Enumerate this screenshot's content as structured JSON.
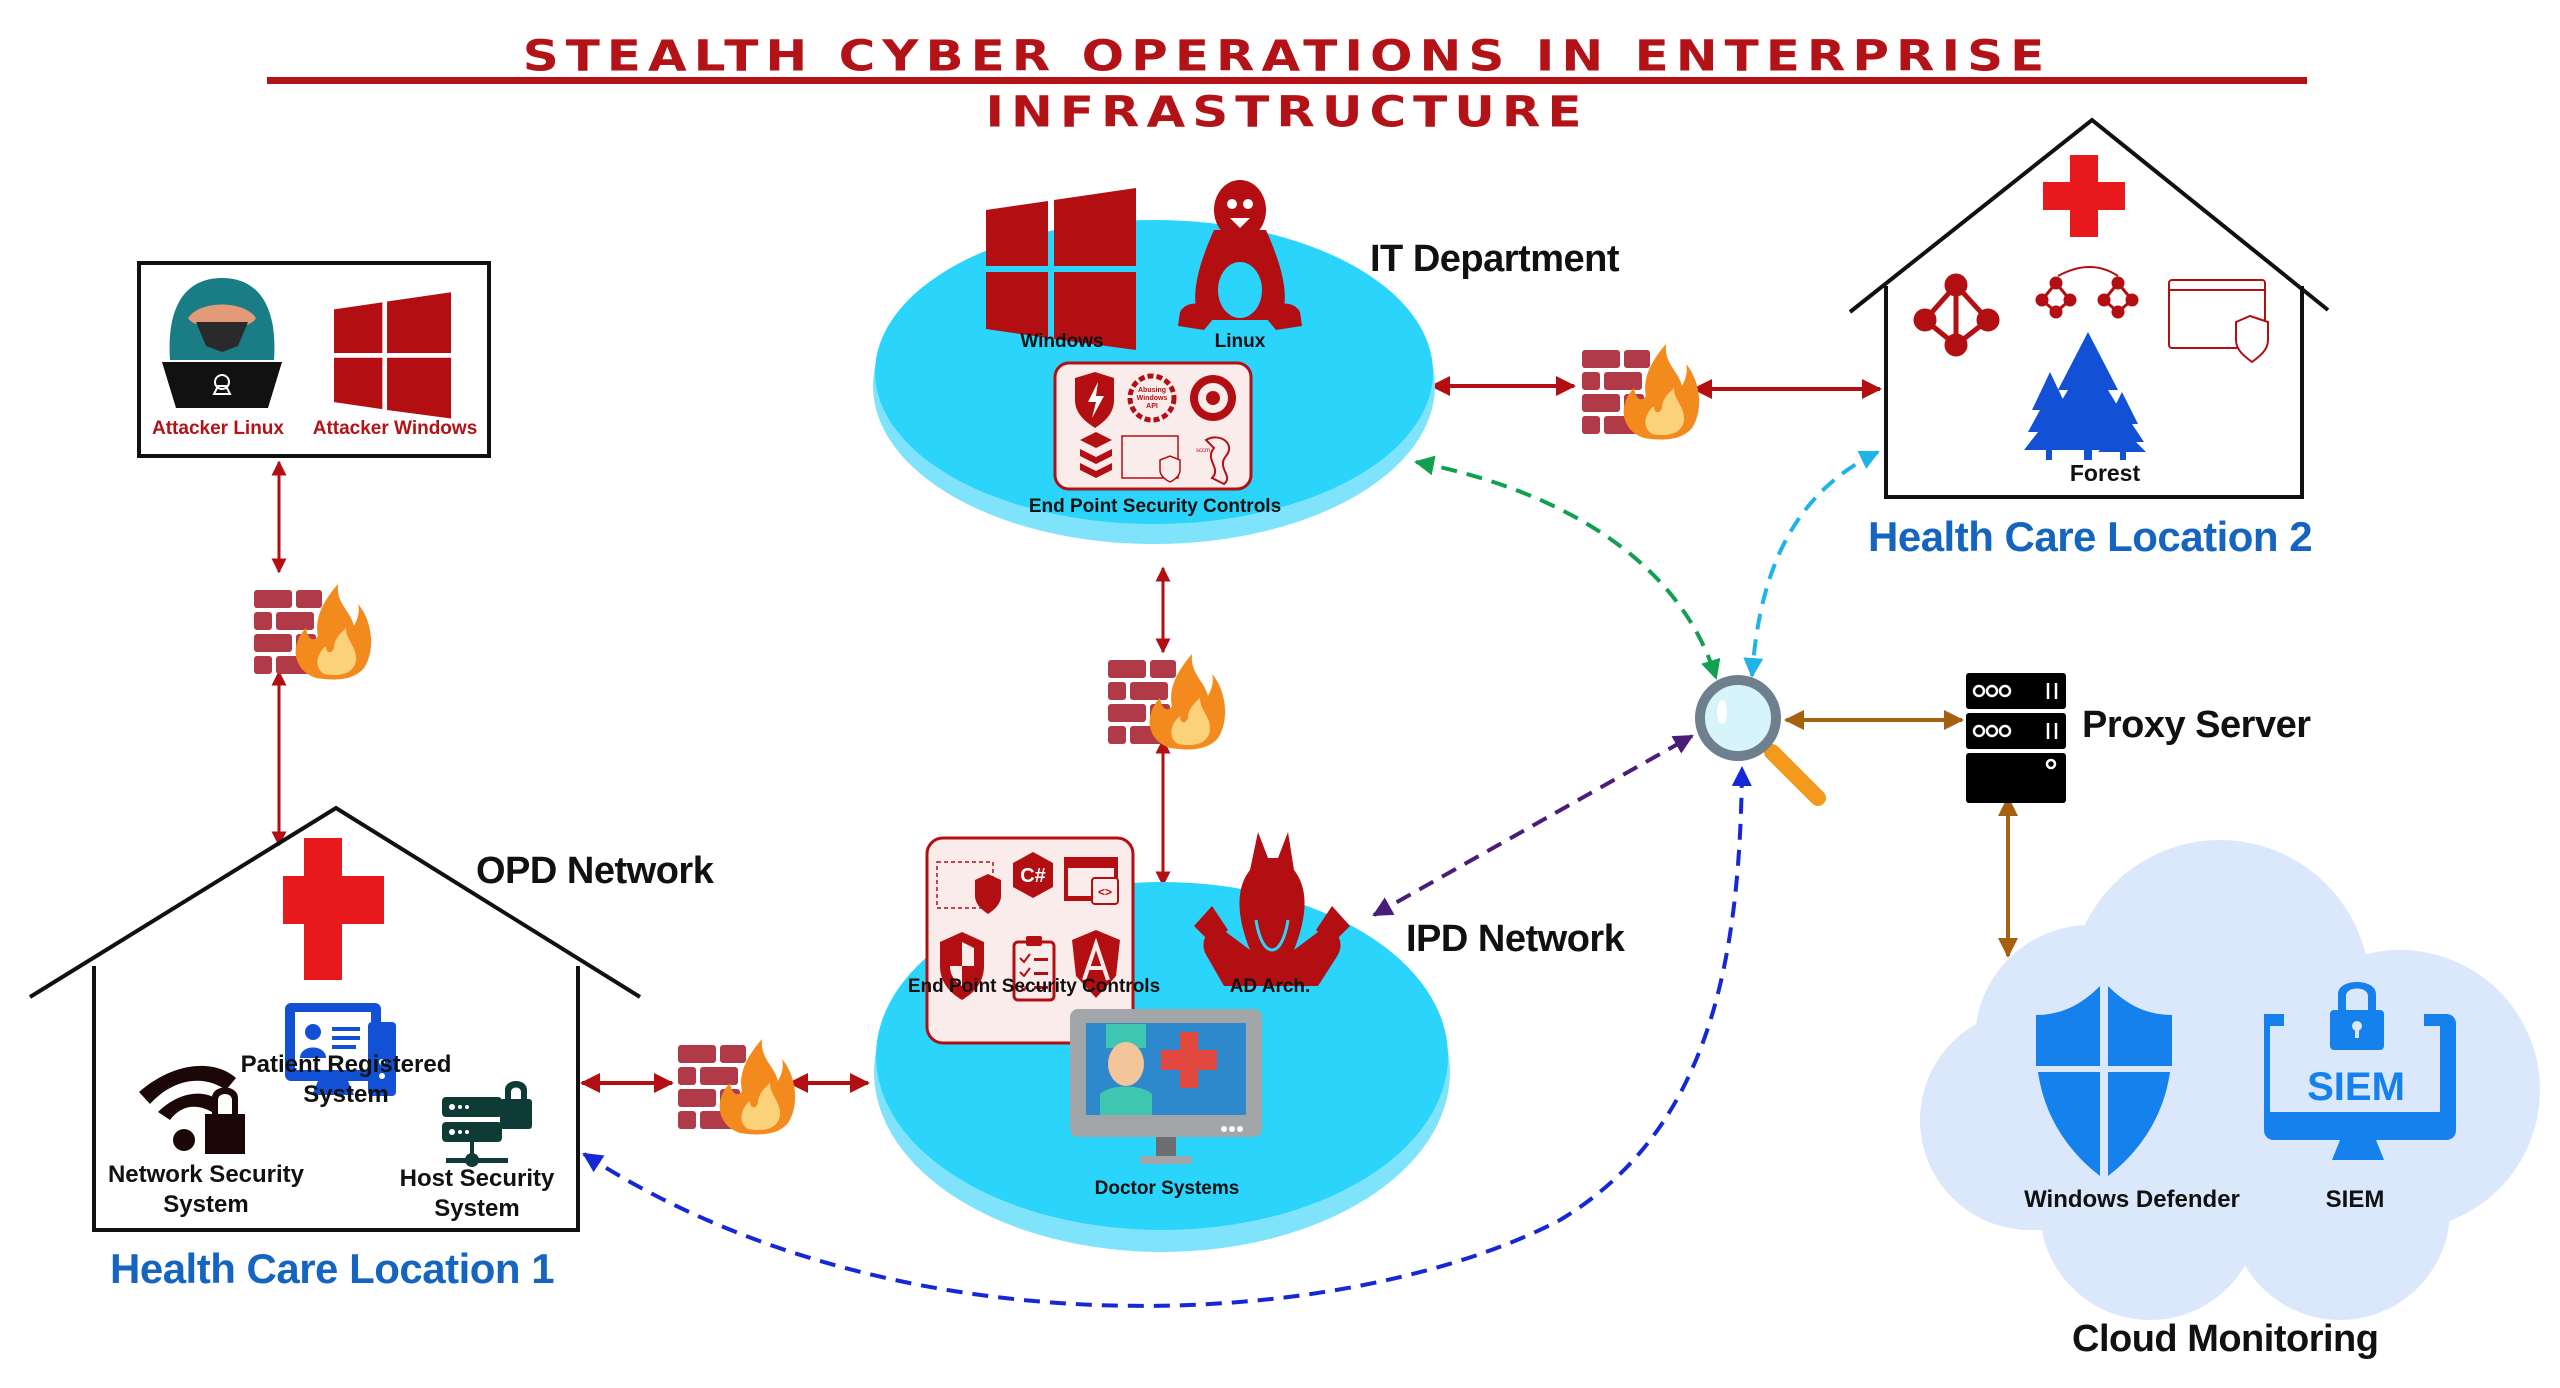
{
  "title": "STEALTH CYBER OPERATIONS IN ENTERPRISE INFRASTRUCTURE",
  "colors": {
    "title_red": "#b31217",
    "icon_red": "#b30f12",
    "cross_red": "#e8191c",
    "network_cyan": "#2ad4fb",
    "network_cyan_rim": "#7fe4fb",
    "location_blue": "#1565c0",
    "forest_blue": "#1250d6",
    "cloud_bg": "#dbe8fb",
    "cloud_icon_blue": "#1481ed",
    "proxy_arrow": "#a5610f",
    "arrow_green": "#10a050",
    "arrow_lightblue": "#1eb4e8",
    "arrow_purple": "#4a1e78",
    "arrow_blue": "#1428d8",
    "firewall_brick": "#b03a48",
    "flame_orange": "#f28a1e"
  },
  "attacker": {
    "items": [
      {
        "label": "Attacker Linux",
        "icon": "hooded-hacker-laptop-icon"
      },
      {
        "label": "Attacker Windows",
        "icon": "windows-logo-icon"
      }
    ]
  },
  "it_department": {
    "label": "IT Department",
    "os": [
      {
        "label": "Windows",
        "icon": "windows-logo-icon"
      },
      {
        "label": "Linux",
        "icon": "tux-penguin-icon"
      }
    ],
    "endpoint": {
      "label": "End Point Security Controls",
      "icons": [
        "shield-bolt-icon",
        "gear-abusing-windows-api-icon",
        "disk-target-icon",
        "stacked-layers-icon",
        "window-shield-icon",
        "sccm-icon"
      ],
      "gear_text": [
        "Abusing",
        "Windows",
        "API"
      ],
      "sccm_text": "sccm"
    }
  },
  "ipd_network": {
    "label": "IPD Network",
    "endpoint": {
      "label": "End Point Security Controls",
      "icons": [
        "dashed-window-shield-icon",
        "csharp-icon",
        "code-document-icon",
        "half-shield-icon",
        "checklist-icon",
        "angular-shield-icon"
      ],
      "csharp_text": "C#"
    },
    "ad": {
      "label": "AD Arch.",
      "icon": "cerberus-dog-icon"
    },
    "doctor": {
      "label": "Doctor Systems",
      "icon": "doctor-monitor-icon"
    }
  },
  "location1": {
    "label": "Health Care Location 1",
    "network_label": "OPD Network",
    "items": [
      {
        "label_lines": [
          "Patient Registered",
          "System"
        ],
        "icon": "patient-computer-icon"
      },
      {
        "label_lines": [
          "Network Security",
          "System"
        ],
        "icon": "wifi-lock-icon"
      },
      {
        "label_lines": [
          "Host Security",
          "System"
        ],
        "icon": "server-lock-icon"
      }
    ]
  },
  "location2": {
    "label": "Health Care Location 2",
    "items": [
      {
        "label": "",
        "icon": "ad-graph-icon"
      },
      {
        "label": "",
        "icon": "trust-graphs-icon"
      },
      {
        "label": "",
        "icon": "window-shield-outline-icon"
      },
      {
        "label": "Forest",
        "icon": "forest-trees-icon"
      }
    ]
  },
  "monitoring": {
    "magnifier_icon": "magnifying-glass-icon",
    "proxy": {
      "label": "Proxy Server",
      "icon": "server-rack-icon"
    },
    "cloud": {
      "label": "Cloud Monitoring",
      "items": [
        {
          "label": "Windows Defender",
          "icon": "defender-shield-icon"
        },
        {
          "label": "SIEM",
          "icon": "siem-monitor-lock-icon",
          "screen_text": "SIEM"
        }
      ]
    }
  },
  "connections": [
    {
      "from": "attacker",
      "to": "location1",
      "style": "solid",
      "color": "#b30f12",
      "via_firewall": true
    },
    {
      "from": "location1",
      "to": "ipd_network",
      "style": "solid",
      "color": "#b30f12",
      "via_firewall": true
    },
    {
      "from": "it_department",
      "to": "ipd_network",
      "style": "solid",
      "color": "#b30f12",
      "via_firewall": true
    },
    {
      "from": "it_department",
      "to": "location2",
      "style": "solid",
      "color": "#b30f12",
      "via_firewall": true
    },
    {
      "from": "magnifier",
      "to": "it_department",
      "style": "dashed",
      "color": "#10a050"
    },
    {
      "from": "magnifier",
      "to": "location2",
      "style": "dashed",
      "color": "#1eb4e8"
    },
    {
      "from": "magnifier",
      "to": "ipd_network",
      "style": "dashed",
      "color": "#4a1e78"
    },
    {
      "from": "magnifier",
      "to": "location1",
      "style": "dashed",
      "color": "#1428d8"
    },
    {
      "from": "magnifier",
      "to": "proxy",
      "style": "solid",
      "color": "#a5610f"
    },
    {
      "from": "proxy",
      "to": "cloud",
      "style": "solid",
      "color": "#a5610f"
    }
  ]
}
